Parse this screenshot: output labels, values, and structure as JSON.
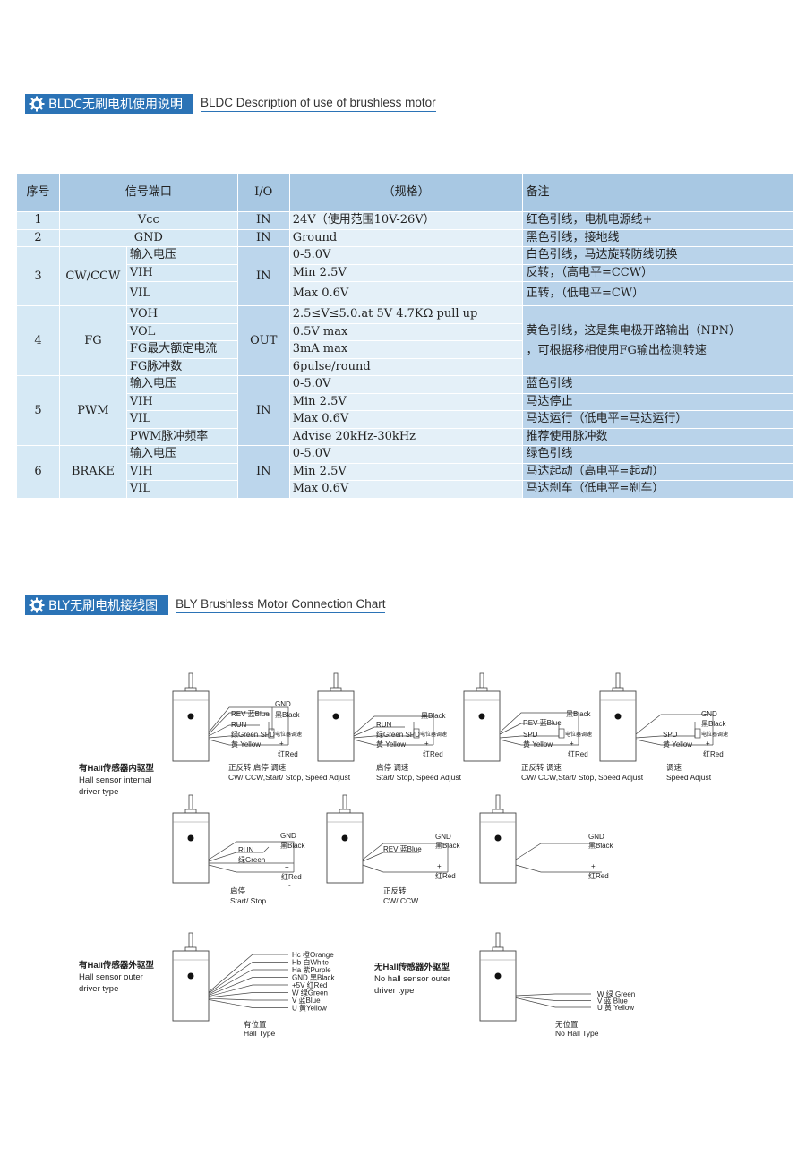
{
  "section1": {
    "title_cn": "BLDC无刷电机使用说明",
    "title_en": "BLDC Description of use of brushless motor"
  },
  "table": {
    "headers": {
      "no": "序号",
      "port": "信号端口",
      "io": "I/O",
      "spec": "（规格）",
      "note": "备注"
    },
    "r1": {
      "no": "1",
      "port": "Vcc",
      "io": "IN",
      "spec": "24V（使用范围10V-26V）",
      "note": "红色引线，电机电源线+"
    },
    "r2": {
      "no": "2",
      "port": "GND",
      "io": "IN",
      "spec": "Ground",
      "note": "黑色引线，接地线"
    },
    "g3": {
      "no": "3",
      "port": "CW/CCW",
      "io": "IN",
      "rows": [
        {
          "sub": "输入电压",
          "spec": "0-5.0V",
          "note": "白色引线，马达旋转防线切换"
        },
        {
          "sub": "VIH",
          "spec": "Min 2.5V",
          "note": "反转，（高电平=CCW）"
        },
        {
          "sub": "VIL",
          "spec": "Max 0.6V",
          "note": "正转，（低电平=CW）"
        }
      ]
    },
    "g4": {
      "no": "4",
      "port": "FG",
      "io": "OUT",
      "note_a": "黄色引线，这是集电极开路输出（NPN）",
      "note_b": "，可根据移相使用FG输出检测转速",
      "rows": [
        {
          "sub": "VOH",
          "spec": "2.5≤V≤5.0.at 5V 4.7KΩ pull up"
        },
        {
          "sub": "VOL",
          "spec": "0.5V max"
        },
        {
          "sub": "FG最大额定电流",
          "spec": "3mA max"
        },
        {
          "sub": "FG脉冲数",
          "spec": "6pulse/round"
        }
      ]
    },
    "g5": {
      "no": "5",
      "port": "PWM",
      "io": "IN",
      "rows": [
        {
          "sub": "输入电压",
          "spec": "0-5.0V",
          "note": "蓝色引线"
        },
        {
          "sub": "VIH",
          "spec": "Min 2.5V",
          "note": "马达停止"
        },
        {
          "sub": "VIL",
          "spec": "Max 0.6V",
          "note": "马达运行（低电平=马达运行）"
        },
        {
          "sub": "PWM脉冲频率",
          "spec": "Advise 20kHz-30kHz",
          "note": "推荐使用脉冲数"
        }
      ]
    },
    "g6": {
      "no": "6",
      "port": "BRAKE",
      "io": "IN",
      "rows": [
        {
          "sub": "输入电压",
          "spec": "0-5.0V",
          "note": "绿色引线"
        },
        {
          "sub": "VIH",
          "spec": "Min 2.5V",
          "note": "马达起动（高电平=起动）"
        },
        {
          "sub": "VIL",
          "spec": "Max 0.6V",
          "note": "马达刹车（低电平=刹车）"
        }
      ]
    }
  },
  "section2": {
    "title_cn": "BLY无刷电机接线图",
    "title_en": "BLY Brushless Motor Connection Chart"
  },
  "side": {
    "internal_cn": "有Hall传感器内驱型",
    "internal_en1": "Hall sensor internal",
    "internal_en2": "driver type",
    "outer_cn": "有Hall传感器外驱型",
    "outer_en1": "Hall sensor outer",
    "outer_en2": "driver type",
    "nohall_cn": "无Hall传感器外驱型",
    "nohall_en1": "No hall sensor outer",
    "nohall_en2": "driver type"
  },
  "wires": {
    "gnd": "GND",
    "black": "黑Black",
    "red": "红Red",
    "plus": "+",
    "minus": "-",
    "rev_blue": "REV 蓝Blue",
    "run": "RUN",
    "green_spd": "绿Green SPD",
    "yellow": "黄 Yellow",
    "pot": "电位器调速",
    "spd": "SPD",
    "green": "绿Green",
    "hall": [
      {
        "code": "Hc",
        "color": "橙Orange"
      },
      {
        "code": "Hb",
        "color": "白White"
      },
      {
        "code": "Ha",
        "color": "紫Purple"
      },
      {
        "code": "GND",
        "color": "黑Black"
      },
      {
        "code": "+5V",
        "color": "红Red"
      },
      {
        "code": "W",
        "color": "绿Green"
      },
      {
        "code": "V",
        "color": "蓝Blue"
      },
      {
        "code": "U",
        "color": "黄Yellow"
      }
    ],
    "nohall": [
      {
        "code": "W",
        "cn": "绿",
        "en": "Green"
      },
      {
        "code": "V",
        "cn": "蓝",
        "en": "Blue"
      },
      {
        "code": "U",
        "cn": "黄",
        "en": "Yellow"
      }
    ]
  },
  "captions": {
    "d1_cn": "正反转 启停 调速",
    "d1_en": "CW/ CCW,Start/ Stop, Speed Adjust",
    "d2_cn": "启停 调速",
    "d2_en": "Start/ Stop, Speed Adjust",
    "d3_cn": "正反转 调速",
    "d3_en": "CW/ CCW,Start/ Stop, Speed Adjust",
    "d4_cn": "调速",
    "d4_en": "Speed Adjust",
    "d5_cn": "启停",
    "d5_en": "Start/ Stop",
    "d6_cn": "正反转",
    "d6_en": "CW/ CCW",
    "d8_cn": "有位置",
    "d8_en": "Hall Type",
    "d9_cn": "无位置",
    "d9_en": "No Hall Type"
  }
}
